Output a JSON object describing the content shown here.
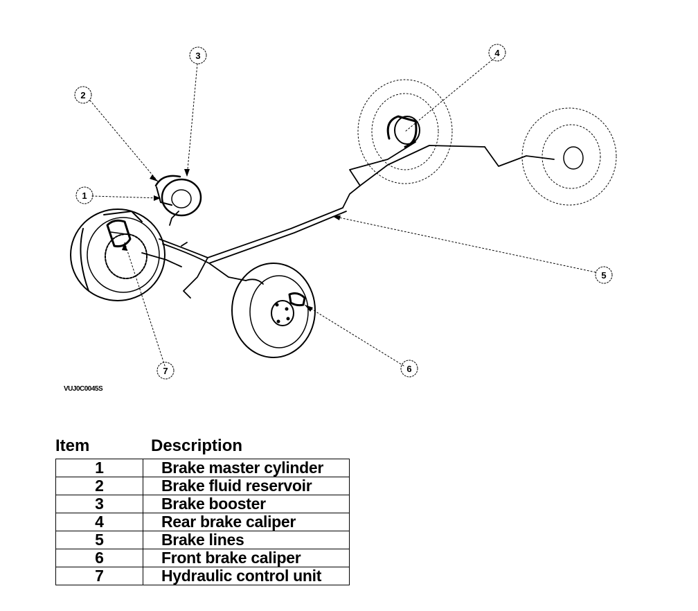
{
  "diagram": {
    "figure_code": "VUJ0C0045S",
    "callouts": [
      {
        "number": "1",
        "part": "brake-master-cylinder"
      },
      {
        "number": "2",
        "part": "brake-fluid-reservoir"
      },
      {
        "number": "3",
        "part": "brake-booster"
      },
      {
        "number": "4",
        "part": "rear-brake-caliper"
      },
      {
        "number": "5",
        "part": "brake-lines"
      },
      {
        "number": "6",
        "part": "front-brake-caliper"
      },
      {
        "number": "7",
        "part": "hydraulic-control-unit"
      }
    ]
  },
  "legend": {
    "header_item": "Item",
    "header_description": "Description",
    "rows": [
      {
        "item": "1",
        "description": "Brake master cylinder"
      },
      {
        "item": "2",
        "description": "Brake fluid reservoir"
      },
      {
        "item": "3",
        "description": "Brake booster"
      },
      {
        "item": "4",
        "description": "Rear brake caliper"
      },
      {
        "item": "5",
        "description": "Brake lines"
      },
      {
        "item": "6",
        "description": "Front brake caliper"
      },
      {
        "item": "7",
        "description": "Hydraulic control unit"
      }
    ]
  }
}
